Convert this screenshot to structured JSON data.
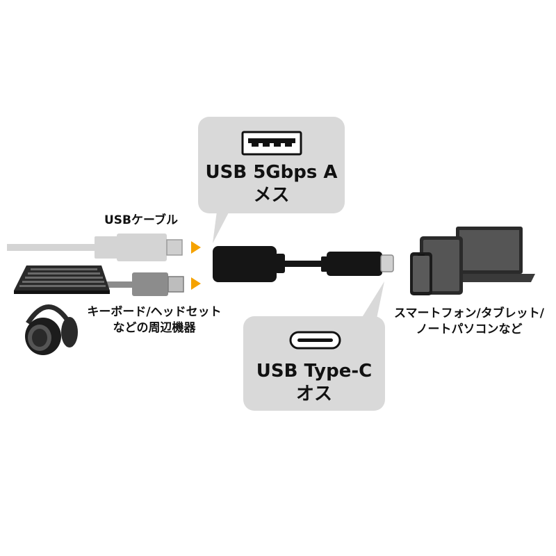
{
  "usb_a_callout": {
    "line1": "USB 5Gbps A",
    "line2": "メス"
  },
  "usb_c_callout": {
    "line1": "USB Type-C",
    "line2": "オス"
  },
  "left": {
    "cable_label": "USBケーブル",
    "peripherals_line1": "キーボード/ヘッドセット",
    "peripherals_line2": "などの周辺機器"
  },
  "right": {
    "devices_line1": "スマートフォン/タブレット/",
    "devices_line2": "ノートパソコンなど"
  },
  "colors": {
    "bubble": "#d9d9d9",
    "arrow": "#f5a200",
    "cable_light": "#d4d4d4",
    "cable_dark": "#8c8c8c",
    "adapter": "#151515"
  },
  "icons": [
    "usb-a-port-icon",
    "usb-c-port-icon",
    "keyboard-icon",
    "headphones-icon",
    "tablet-icon",
    "smartphone-icon",
    "laptop-icon",
    "arrow-right-icon"
  ]
}
